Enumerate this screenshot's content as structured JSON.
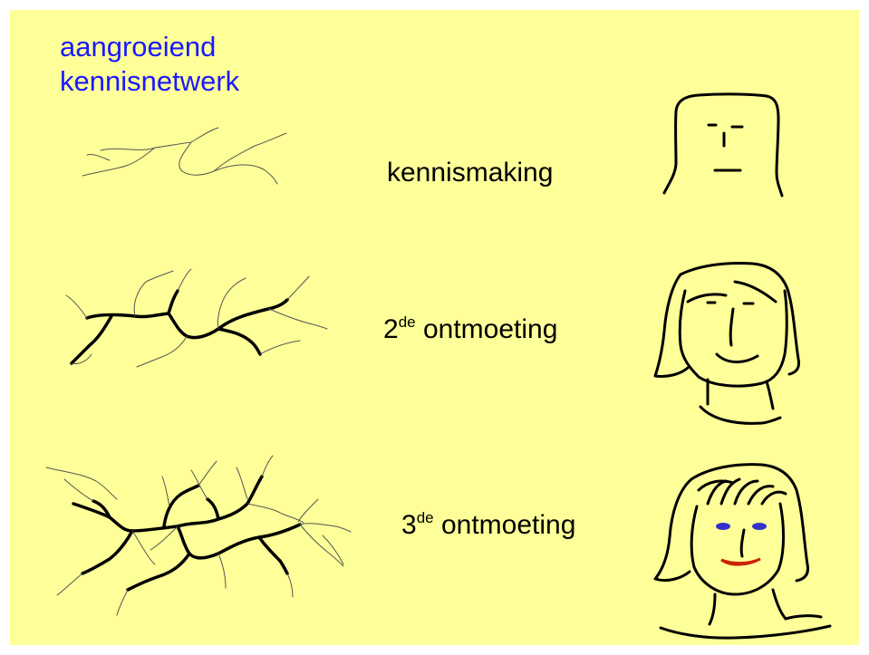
{
  "title": {
    "line1": "aangroeiend",
    "line2": "kennisnetwerk"
  },
  "stages": [
    {
      "base": "kennismaking",
      "sup": "",
      "rest": ""
    },
    {
      "base": "2",
      "sup": "de",
      "rest": " ontmoeting"
    },
    {
      "base": "3",
      "sup": "de",
      "rest": " ontmoeting"
    }
  ],
  "colors": {
    "background": "#ffff99",
    "title_text": "#1a1aff",
    "eyes": "#3333cc",
    "lips": "#cc2200"
  },
  "icons": [
    "network-sketch",
    "face-sketch"
  ]
}
